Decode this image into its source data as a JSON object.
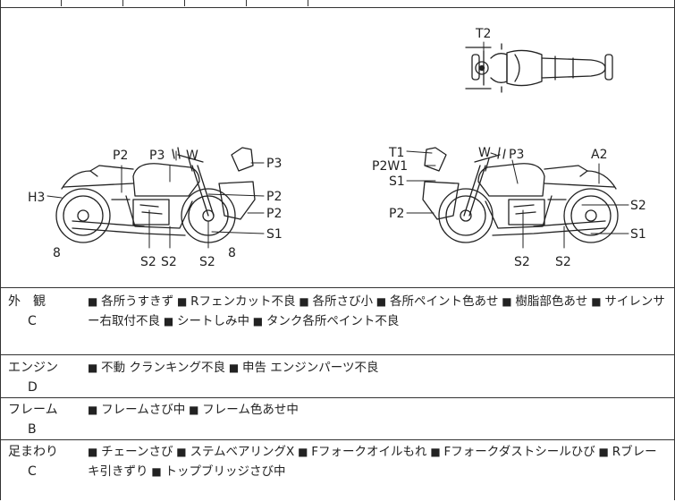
{
  "diagram": {
    "top_view": {
      "labels": [
        "T2"
      ]
    },
    "left_side": {
      "labels": [
        "P2",
        "P3",
        "W",
        "P3",
        "H3",
        "P2",
        "P2",
        "S1",
        "8",
        "S2",
        "S2",
        "S2",
        "8"
      ]
    },
    "right_side": {
      "labels": [
        "T1",
        "P2W1",
        "S1",
        "P2",
        "W",
        "P3",
        "A2",
        "S2",
        "S1",
        "S2",
        "S2"
      ]
    }
  },
  "sections": [
    {
      "category": "外　観",
      "grade": "C",
      "items": [
        "各所うすきず",
        "Rフェンカット不良",
        "各所さび小",
        "各所ペイント色あせ",
        "樹脂部色あせ",
        "サイレンサー右取付不良",
        "シートしみ中",
        "タンク各所ペイント不良"
      ]
    },
    {
      "category": "エンジン",
      "grade": "D",
      "items": [
        "不動 クランキング不良",
        "申告 エンジンパーツ不良"
      ]
    },
    {
      "category": "フレーム",
      "grade": "B",
      "items": [
        "フレームさび中",
        "フレーム色あせ中"
      ]
    },
    {
      "category": "足まわり",
      "grade": "C",
      "items": [
        "チェーンさび",
        "ステムベアリングX",
        "Fフォークオイルもれ",
        "Fフォークダストシールひび",
        "Rブレーキ引きずり",
        "トップブリッジさび中"
      ]
    }
  ]
}
